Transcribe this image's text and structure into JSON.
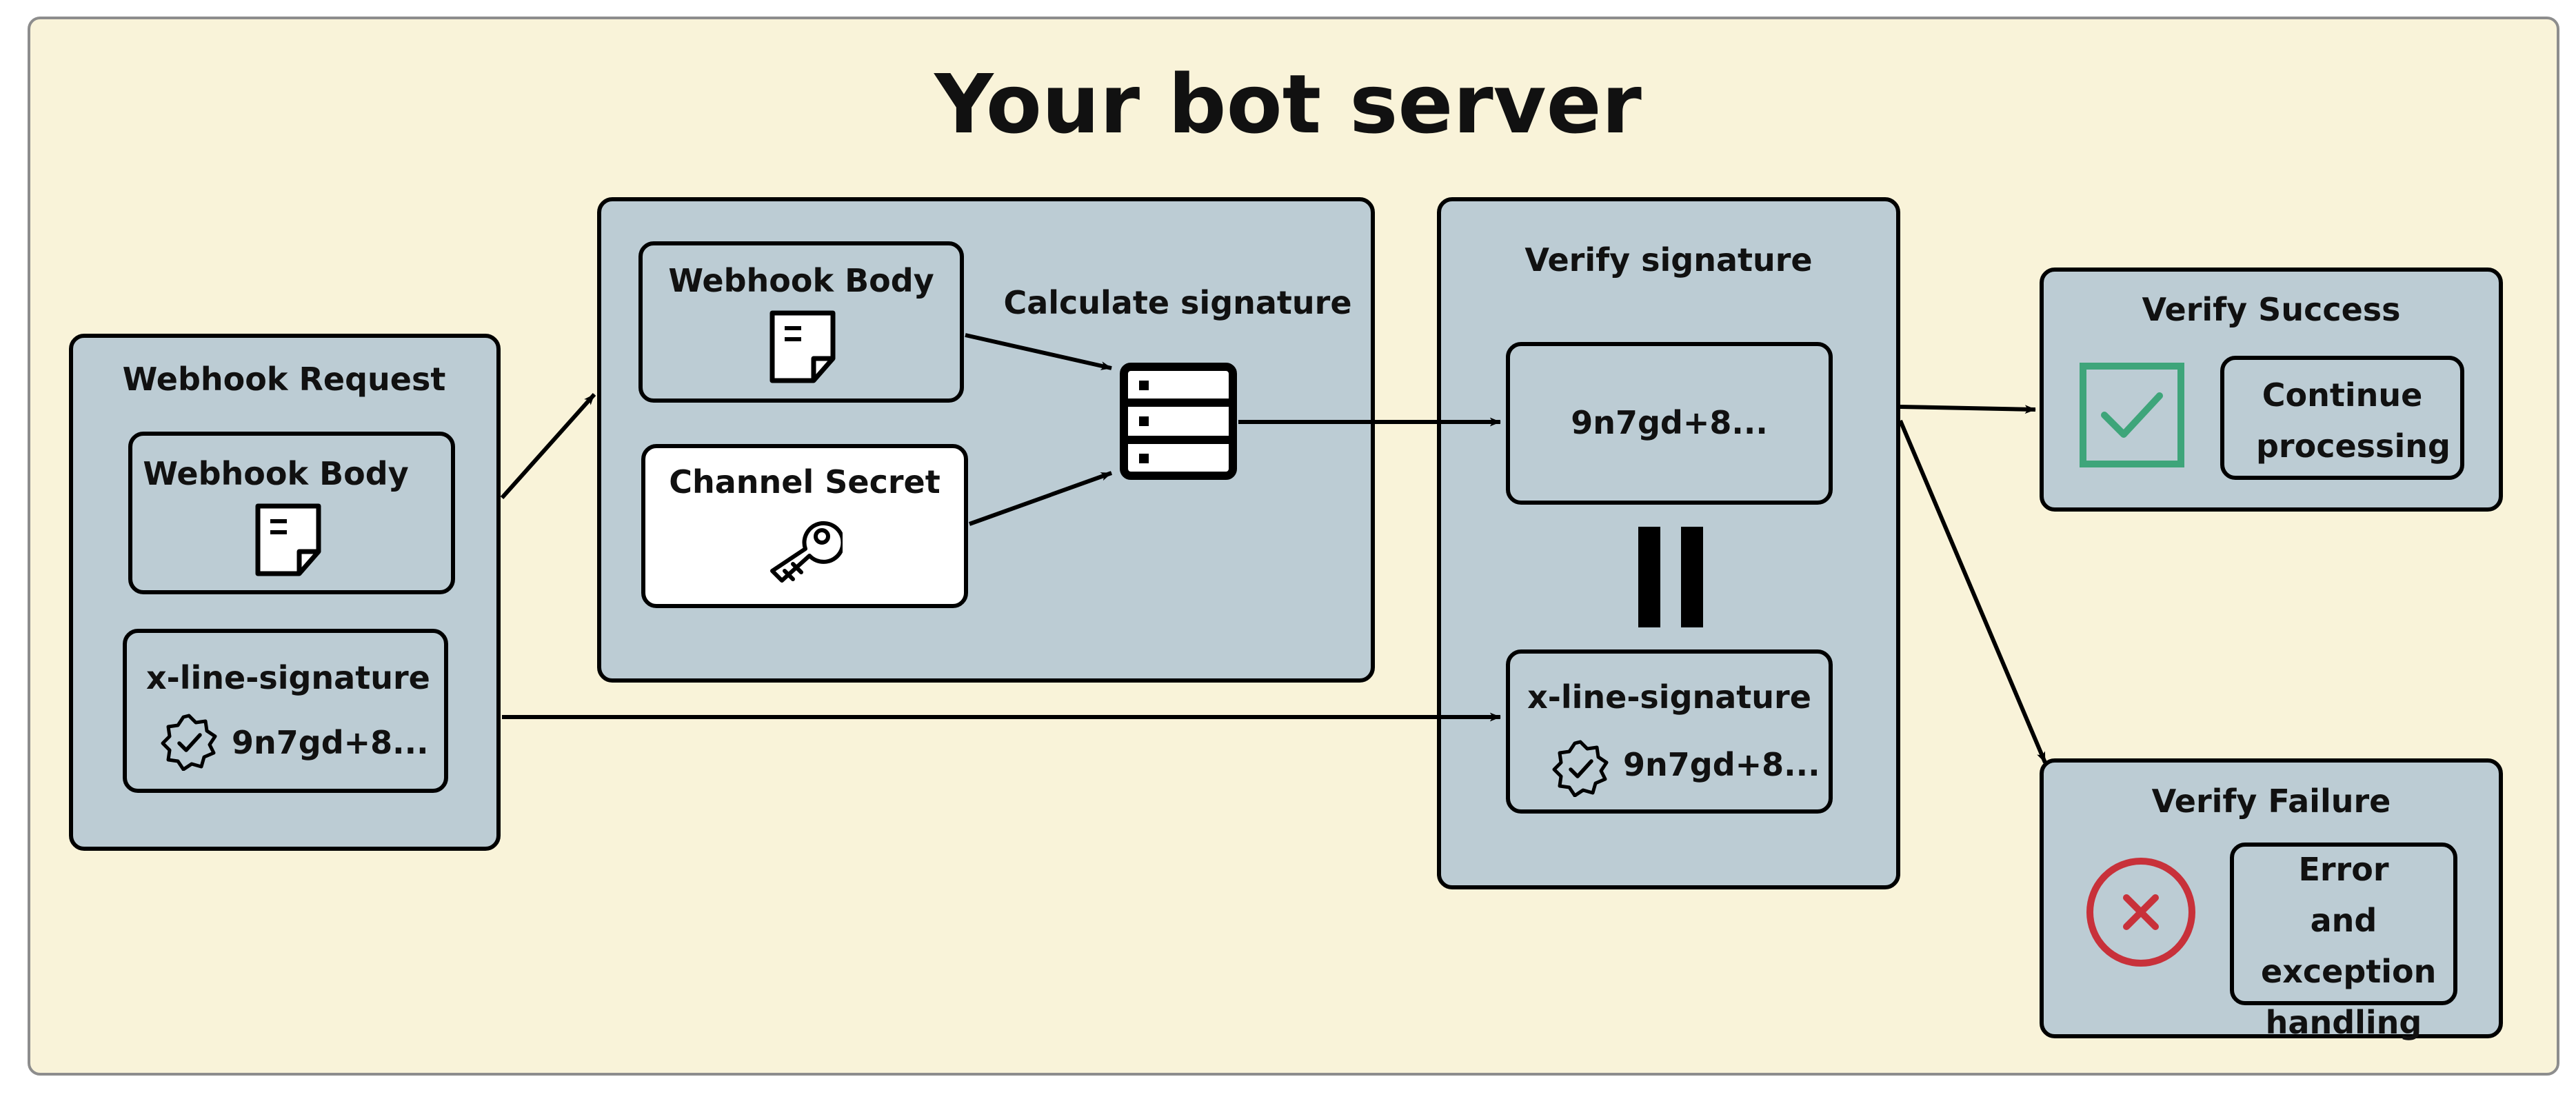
{
  "title": "Your bot server",
  "webhook_request": {
    "label": "Webhook Request",
    "body_label": "Webhook Body",
    "signature_label": "x-line-signature",
    "signature_value": "9n7gd+8..."
  },
  "calculate": {
    "label": "Calculate signature",
    "body_label": "Webhook Body",
    "secret_label": "Channel Secret"
  },
  "verify": {
    "label": "Verify signature",
    "calculated_value": "9n7gd+8...",
    "header_label": "x-line-signature",
    "header_value": "9n7gd+8..."
  },
  "success": {
    "label": "Verify Success",
    "action": "Continue processing"
  },
  "failure": {
    "label": "Verify Failure",
    "action": "Error and exception handling"
  },
  "colors": {
    "background": "#f9f3d9",
    "box_fill": "#bcccd4",
    "success": "#3ea57a",
    "failure": "#c8313a"
  },
  "icons": [
    "document-icon",
    "key-icon",
    "server-icon",
    "badge-check-icon",
    "check-square-icon",
    "x-circle-icon",
    "equals-icon"
  ]
}
